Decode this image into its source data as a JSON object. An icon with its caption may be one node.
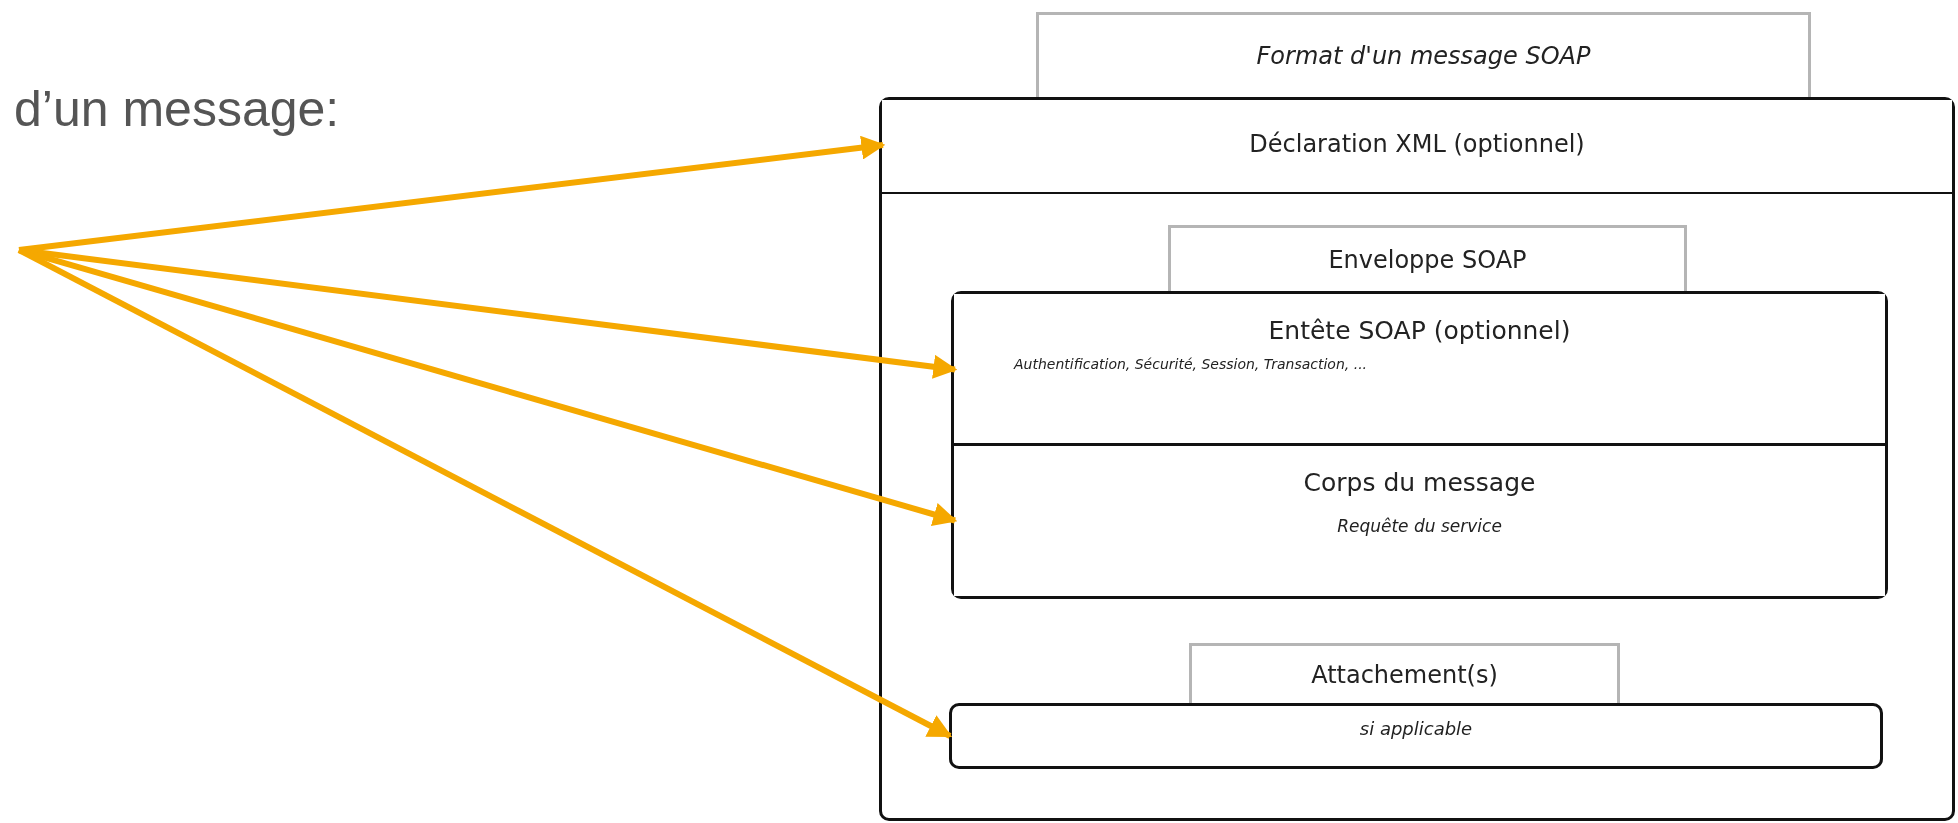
{
  "diagram": {
    "title": "d’un message:",
    "nodes": [
      {
        "text": [
          "Format d'un message SOAP"
        ]
      },
      {
        "text": [
          "Déclaration XML (optionnel)"
        ],
        "in": 0
      },
      {
        "text": [
          "Enveloppe SOAP"
        ],
        "in": 0
      },
      {
        "text": [
          "Entête SOAP (optionnel)",
          "Authentification, Sécurité, Session, Transaction, ..."
        ],
        "in": 2
      },
      {
        "text": [
          "Corps du message",
          "Requête du service"
        ],
        "in": 2
      },
      {
        "text": [
          "Attachement(s)",
          "si applicable"
        ],
        "in": 0
      }
    ],
    "edges": [
      {
        "from": null,
        "to": 1,
        "arrow": "to"
      },
      {
        "from": null,
        "to": 3,
        "arrow": "to"
      },
      {
        "from": null,
        "to": 4,
        "arrow": "to"
      },
      {
        "from": null,
        "to": 5,
        "arrow": "to"
      }
    ]
  }
}
